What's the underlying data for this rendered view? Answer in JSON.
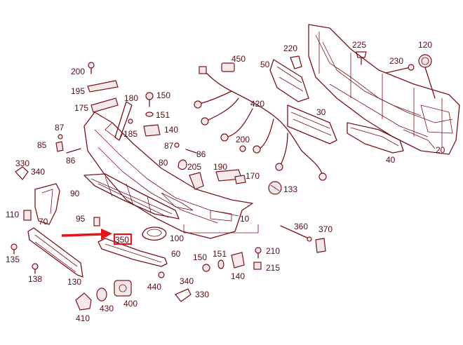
{
  "labels": {
    "l200a": "200",
    "l195": "195",
    "l175": "175",
    "l180": "180",
    "l150a": "150",
    "l151a": "151",
    "l185": "185",
    "l140a": "140",
    "l87a": "87",
    "l85": "85",
    "l86a": "86",
    "l87b": "87",
    "l86b": "86",
    "l330a": "330",
    "l340a": "340",
    "l90": "90",
    "l110": "110",
    "l70": "70",
    "l95": "95",
    "l350": "350",
    "l100": "100",
    "l60": "60",
    "l135": "135",
    "l138": "138",
    "l130": "130",
    "l410": "410",
    "l430": "430",
    "l400": "400",
    "l440": "440",
    "l340b": "340",
    "l330b": "330",
    "l150b": "150",
    "l151b": "151",
    "l140b": "140",
    "l210": "210",
    "l215": "215",
    "l10": "10",
    "l360": "360",
    "l370": "370",
    "l133": "133",
    "l80": "80",
    "l205": "205",
    "l190": "190",
    "l170": "170",
    "l200b": "200",
    "l420": "420",
    "l450": "450",
    "l220": "220",
    "l50": "50",
    "l225": "225",
    "l230": "230",
    "l120": "120",
    "l30": "30",
    "l40": "40",
    "l20": "20"
  },
  "colors": {
    "line": "#7a1418",
    "label": "#5a0c10",
    "highlight": "#e0141a"
  },
  "highlighted_part": "350"
}
